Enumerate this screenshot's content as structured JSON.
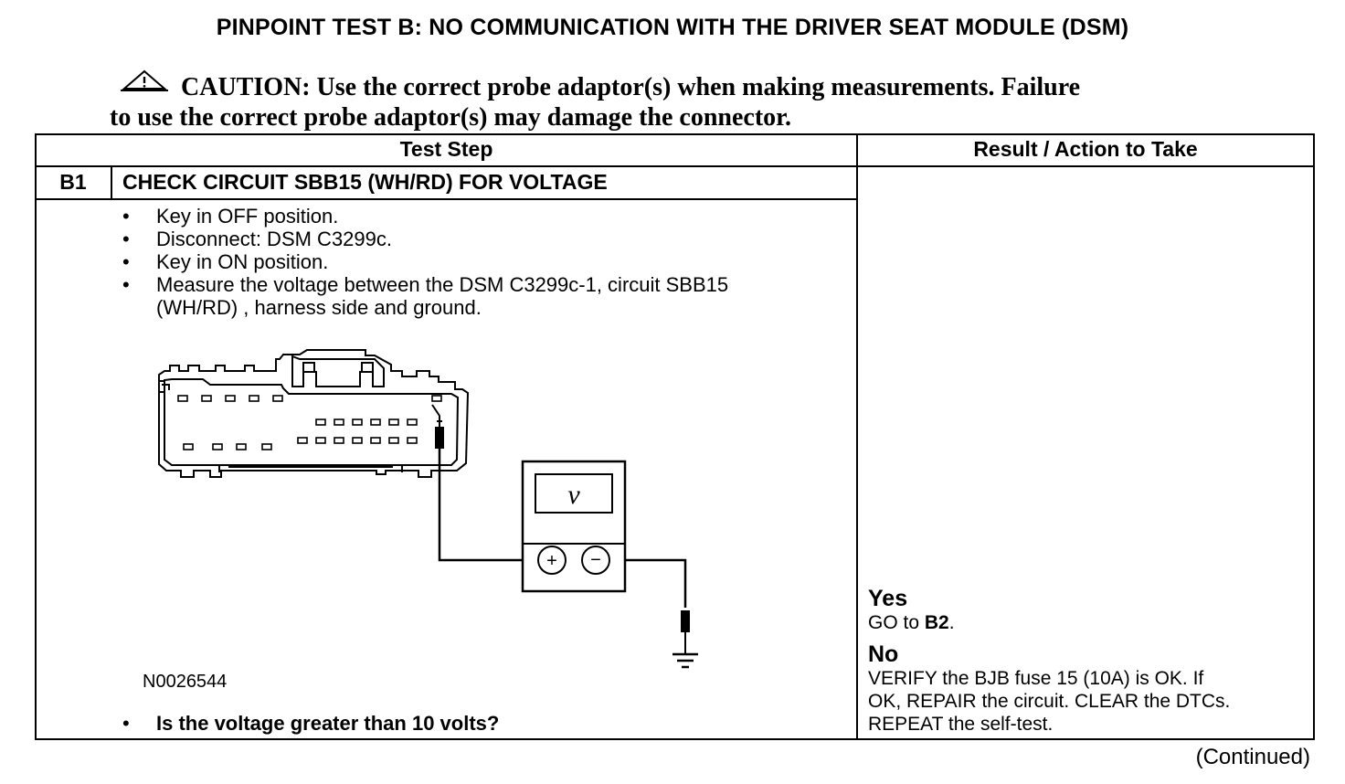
{
  "title": "PINPOINT TEST  B: NO COMMUNICATION WITH THE DRIVER SEAT MODULE (DSM)",
  "caution": {
    "icon": "warning-triangle-icon",
    "line1": "CAUTION: Use the correct probe adaptor(s) when making measurements. Failure",
    "line2": "to use the correct probe adaptor(s) may damage the connector."
  },
  "table": {
    "headers": {
      "test_step": "Test Step",
      "result": "Result / Action to Take"
    },
    "step": {
      "id": "B1",
      "title": "CHECK CIRCUIT SBB15 (WH/RD) FOR VOLTAGE",
      "bullets": [
        "Key in OFF position.",
        "Disconnect: DSM C3299c.",
        "Key in ON position.",
        "Measure the voltage between the DSM C3299c-1, circuit SBB15"
      ],
      "bullet4_cont": "(WH/RD) , harness side and ground.",
      "figure_id": "N0026544",
      "meter_symbol": "V",
      "question": "Is the voltage greater than 10 volts?"
    },
    "result": {
      "yes_label": "Yes",
      "yes_pre": "GO to ",
      "yes_target": "B2",
      "yes_post": ".",
      "no_label": "No",
      "no_lines": [
        "VERIFY the BJB fuse 15 (10A) is OK. If",
        "OK, REPAIR the circuit. CLEAR the DTCs.",
        "REPEAT the self-test."
      ]
    }
  },
  "footer": "(Continued)"
}
